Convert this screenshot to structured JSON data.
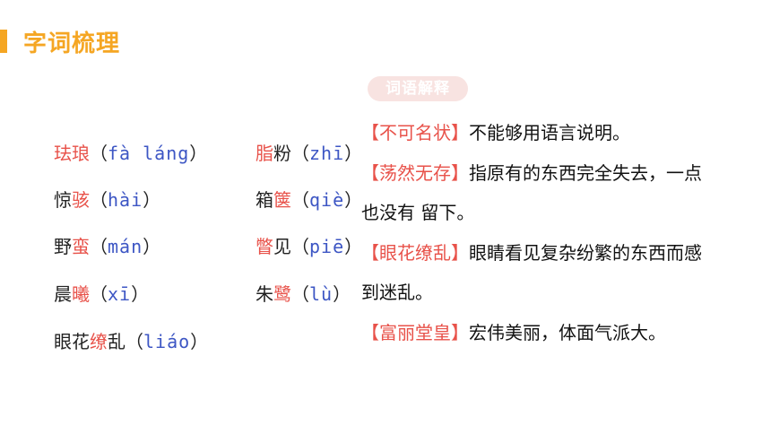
{
  "header": {
    "title": "字词梳理"
  },
  "badge": {
    "label": "词语解释"
  },
  "vocab_left": [
    {
      "pre": "",
      "hl": "珐琅",
      "post": "",
      "pinyin": "fà láng"
    },
    {
      "pre": "惊",
      "hl": "骇",
      "post": "",
      "pinyin": "hài"
    },
    {
      "pre": "野",
      "hl": "蛮",
      "post": "",
      "pinyin": "mán"
    },
    {
      "pre": "晨",
      "hl": "曦",
      "post": "",
      "pinyin": "xī"
    },
    {
      "pre": "眼花",
      "hl": "缭",
      "post": "乱",
      "pinyin": "liáo"
    }
  ],
  "vocab_right": [
    {
      "pre": "",
      "hl": "脂",
      "post": "粉",
      "pinyin": "zhī"
    },
    {
      "pre": "箱",
      "hl": "箧",
      "post": "",
      "pinyin": "qiè"
    },
    {
      "pre": "",
      "hl": "瞥",
      "post": "见",
      "pinyin": "piē"
    },
    {
      "pre": "朱",
      "hl": "鹭",
      "post": "",
      "pinyin": "lù"
    }
  ],
  "definitions": [
    {
      "term": "【不可名状】",
      "text": "不能够用语言说明。"
    },
    {
      "term": "【荡然无存】",
      "text": "指原有的东西完全失去，一点也没有 留下。"
    },
    {
      "term": "【眼花缭乱】",
      "text": "眼睛看见复杂纷繁的东西而感到迷乱。"
    },
    {
      "term": "【富丽堂皇】",
      "text": "宏伟美丽，体面气派大。"
    }
  ],
  "colors": {
    "accent": "#f5a623",
    "highlight": "#e8524a",
    "pinyin": "#3d56c4",
    "badge": "#f8e3e1"
  }
}
